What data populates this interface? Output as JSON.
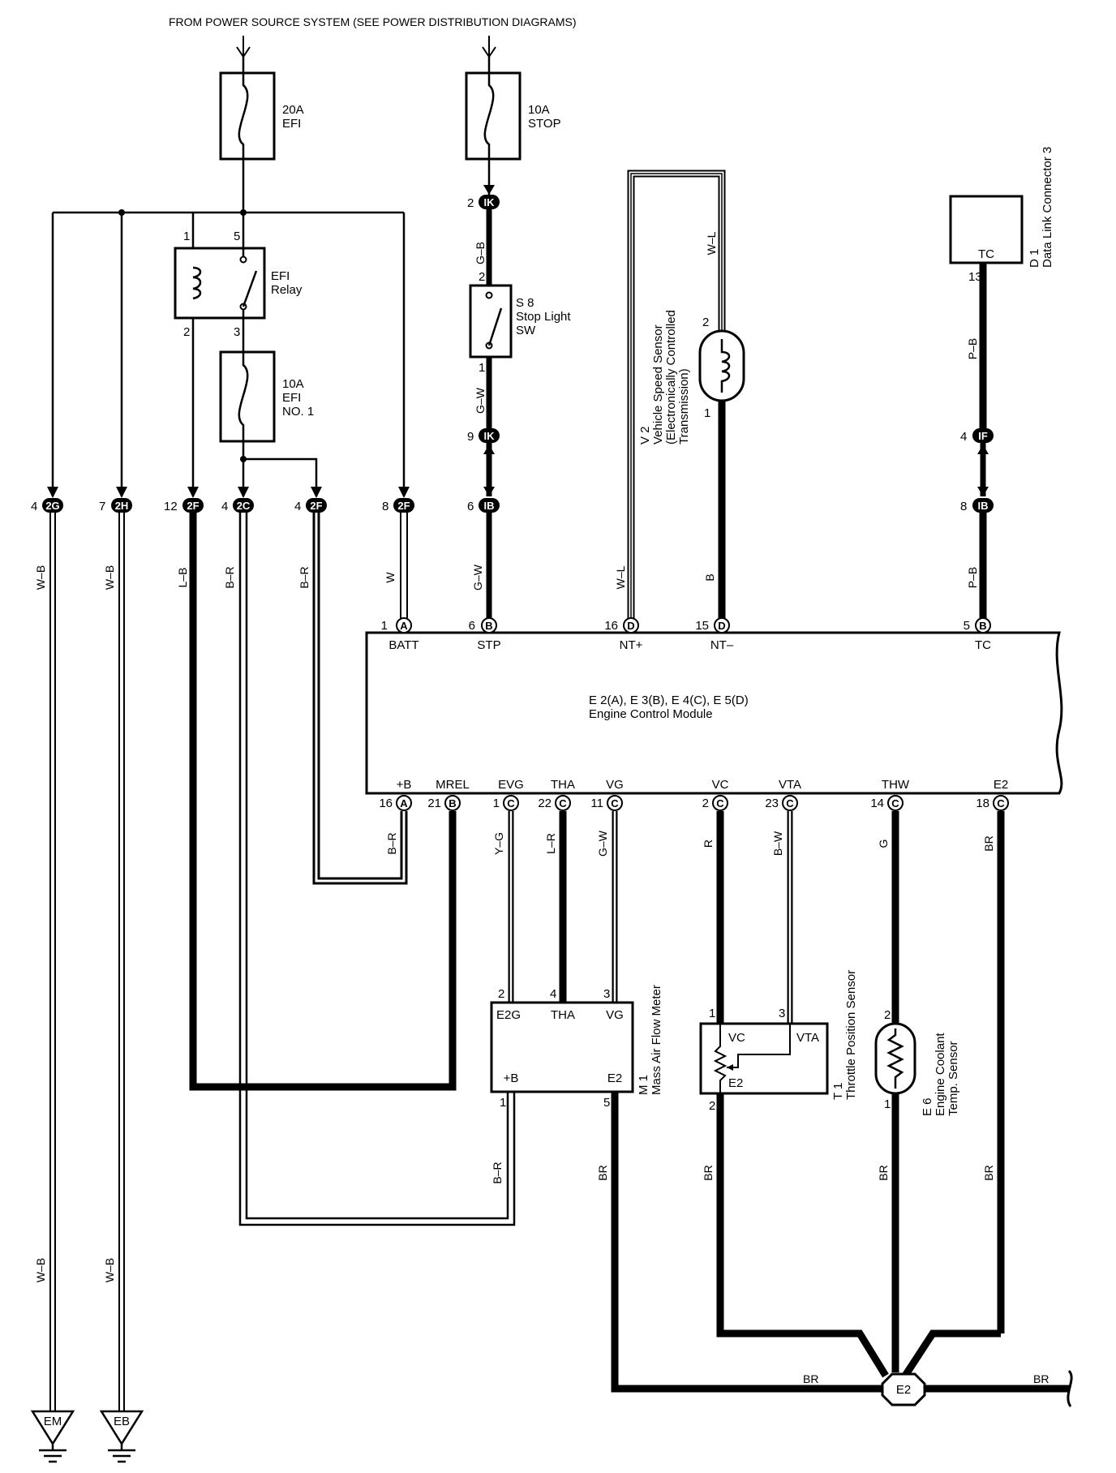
{
  "header": "FROM POWER SOURCE SYSTEM (SEE POWER DISTRIBUTION DIAGRAMS)",
  "fuses": {
    "efi_20a": {
      "amp": "20A",
      "name": "EFI"
    },
    "stop_10a": {
      "amp": "10A",
      "name": "STOP"
    },
    "efi1_10a": {
      "amp": "10A",
      "name1": "EFI",
      "name2": "NO. 1"
    }
  },
  "relay": {
    "name1": "EFI",
    "name2": "Relay",
    "pins": {
      "p1": "1",
      "p5": "5",
      "p2": "2",
      "p3": "3"
    }
  },
  "stop_sw": {
    "code": "S 8",
    "name1": "Stop Light",
    "name2": "SW",
    "pin_top": "2",
    "pin_bot": "1"
  },
  "ik_connectors": [
    {
      "pin": "2",
      "code": "IK"
    },
    {
      "pin": "9",
      "code": "IK"
    }
  ],
  "if_connector": {
    "pin": "4",
    "code": "IF"
  },
  "dlc": {
    "pin_label": "TC",
    "pin": "13",
    "code": "D 1",
    "name": "Data Link Connector 3"
  },
  "vss": {
    "code": "V 2",
    "name1": "Vehicle Speed Sensor",
    "name2": "(Electronically Controlled",
    "name3": "Transmission)",
    "pin_top": "2",
    "pin_bot": "1"
  },
  "row_connectors": [
    {
      "pin": "4",
      "code": "2G"
    },
    {
      "pin": "7",
      "code": "2H"
    },
    {
      "pin": "12",
      "code": "2F"
    },
    {
      "pin": "4",
      "code": "2C"
    },
    {
      "pin": "4",
      "code": "2F"
    },
    {
      "pin": "8",
      "code": "2F"
    },
    {
      "pin": "6",
      "code": "IB"
    },
    {
      "pin": "8",
      "code": "IB"
    }
  ],
  "wire_colors": {
    "wb": "W–B",
    "lb": "L–B",
    "br_r": "B–R",
    "w": "W",
    "gb": "G–B",
    "gw": "G–W",
    "wl": "W–L",
    "b": "B",
    "pb": "P–B",
    "yg": "Y–G",
    "lr": "L–R",
    "r": "R",
    "bw": "B–W",
    "g": "G",
    "br": "BR"
  },
  "ecm": {
    "title": "E 2(A), E 3(B), E 4(C), E 5(D)",
    "subtitle": "Engine Control Module",
    "top_pins": [
      {
        "num": "1",
        "conn": "A",
        "name": "BATT"
      },
      {
        "num": "6",
        "conn": "B",
        "name": "STP"
      },
      {
        "num": "16",
        "conn": "D",
        "name": "NT+"
      },
      {
        "num": "15",
        "conn": "D",
        "name": "NT–"
      },
      {
        "num": "5",
        "conn": "B",
        "name": "TC"
      }
    ],
    "bottom_pins": [
      {
        "num": "16",
        "conn": "A",
        "name": "+B"
      },
      {
        "num": "21",
        "conn": "B",
        "name": "MREL"
      },
      {
        "num": "1",
        "conn": "C",
        "name": "EVG"
      },
      {
        "num": "22",
        "conn": "C",
        "name": "THA"
      },
      {
        "num": "11",
        "conn": "C",
        "name": "VG"
      },
      {
        "num": "2",
        "conn": "C",
        "name": "VC"
      },
      {
        "num": "23",
        "conn": "C",
        "name": "VTA"
      },
      {
        "num": "14",
        "conn": "C",
        "name": "THW"
      },
      {
        "num": "18",
        "conn": "C",
        "name": "E2"
      }
    ]
  },
  "maf": {
    "code": "M 1",
    "name": "Mass Air Flow Meter",
    "pins": {
      "e2g": "E2G",
      "tha": "THA",
      "vg": "VG",
      "pb": "+B",
      "e2": "E2"
    },
    "pin_nums": {
      "n2": "2",
      "n4": "4",
      "n3": "3",
      "n1": "1",
      "n5": "5"
    }
  },
  "tps": {
    "code": "T 1",
    "name": "Throttle Position Sensor",
    "pins": {
      "vc": "VC",
      "vta": "VTA",
      "e2": "E2"
    },
    "pin_nums": {
      "n1": "1",
      "n3": "3",
      "n2": "2"
    }
  },
  "ects": {
    "code": "E 6",
    "name1": "Engine Coolant",
    "name2": "Temp. Sensor",
    "pin_top": "2",
    "pin_bot": "1"
  },
  "splice": {
    "code": "E2"
  },
  "grounds": [
    {
      "code": "EM"
    },
    {
      "code": "EB"
    }
  ]
}
